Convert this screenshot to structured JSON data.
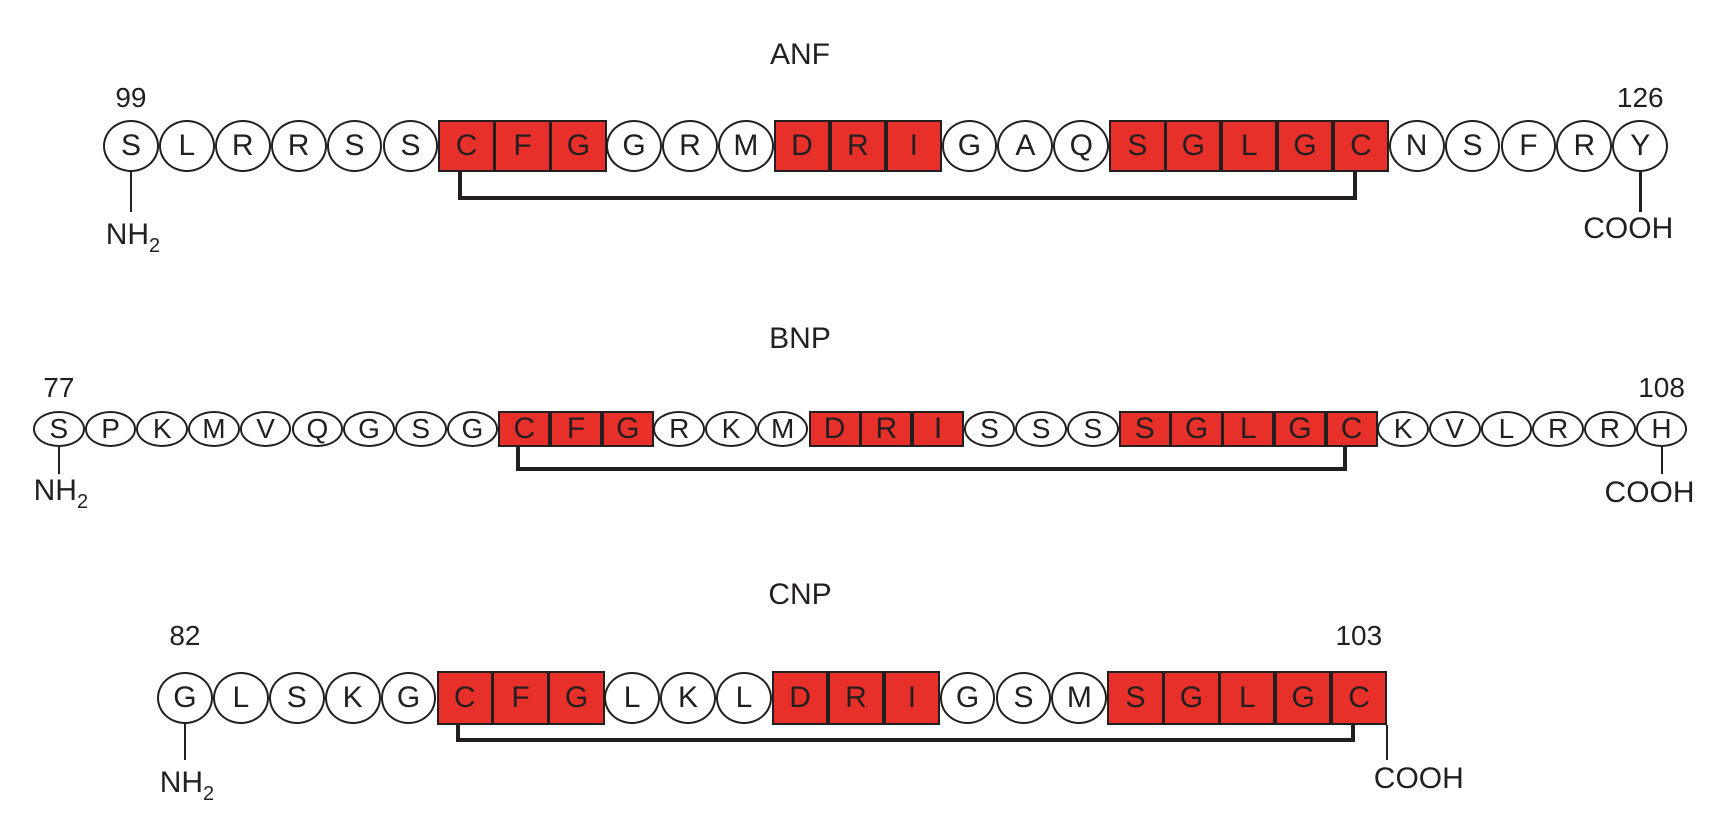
{
  "colors": {
    "ring_residue": "#e8302a",
    "outline": "#231f20",
    "background": "#ffffff"
  },
  "peptides": [
    {
      "name": "ANF",
      "start_number": "99",
      "end_number": "126",
      "n_terminus": "NH2",
      "c_terminus": "COOH",
      "disulfide_bridge": "C–C",
      "sequence": [
        "S",
        "L",
        "R",
        "R",
        "S",
        "S",
        "C",
        "F",
        "G",
        "G",
        "R",
        "M",
        "D",
        "R",
        "I",
        "G",
        "A",
        "Q",
        "S",
        "G",
        "L",
        "G",
        "C",
        "N",
        "S",
        "F",
        "R",
        "Y"
      ],
      "conserved": [
        0,
        0,
        0,
        0,
        0,
        0,
        1,
        1,
        1,
        0,
        0,
        0,
        1,
        1,
        1,
        0,
        0,
        0,
        1,
        1,
        1,
        1,
        1,
        0,
        0,
        0,
        0,
        0
      ]
    },
    {
      "name": "BNP",
      "start_number": "77",
      "end_number": "108",
      "n_terminus": "NH2",
      "c_terminus": "COOH",
      "disulfide_bridge": "C–C",
      "sequence": [
        "S",
        "P",
        "K",
        "M",
        "V",
        "Q",
        "G",
        "S",
        "G",
        "C",
        "F",
        "G",
        "R",
        "K",
        "M",
        "D",
        "R",
        "I",
        "S",
        "S",
        "S",
        "S",
        "G",
        "L",
        "G",
        "C",
        "K",
        "V",
        "L",
        "R",
        "R",
        "H"
      ],
      "conserved": [
        0,
        0,
        0,
        0,
        0,
        0,
        0,
        0,
        0,
        1,
        1,
        1,
        0,
        0,
        0,
        1,
        1,
        1,
        0,
        0,
        0,
        1,
        1,
        1,
        1,
        1,
        0,
        0,
        0,
        0,
        0,
        0
      ]
    },
    {
      "name": "CNP",
      "start_number": "82",
      "end_number": "103",
      "n_terminus": "NH2",
      "c_terminus": "COOH",
      "disulfide_bridge": "C–C",
      "sequence": [
        "G",
        "L",
        "S",
        "K",
        "G",
        "C",
        "F",
        "G",
        "L",
        "K",
        "L",
        "D",
        "R",
        "I",
        "G",
        "S",
        "M",
        "S",
        "G",
        "L",
        "G",
        "C"
      ],
      "conserved": [
        0,
        0,
        0,
        0,
        0,
        1,
        1,
        1,
        0,
        0,
        0,
        1,
        1,
        1,
        0,
        0,
        0,
        1,
        1,
        1,
        1,
        1
      ]
    }
  ]
}
